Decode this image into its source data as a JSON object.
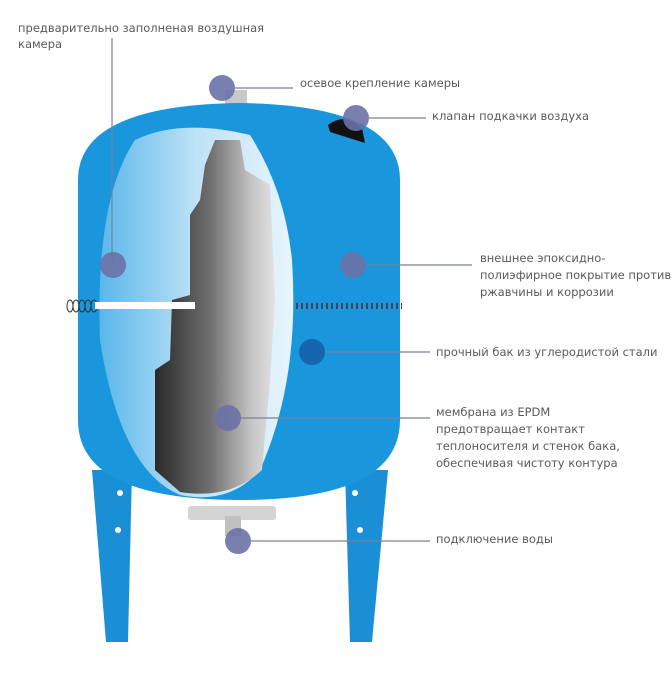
{
  "labels": {
    "air_chamber": [
      "предварительно заполненая воздушная",
      "камера"
    ],
    "axial_mount": "осевое крепление камеры",
    "air_valve": "клапан подкачки воздуха",
    "coating": [
      "внешнее эпоксидно-",
      "полиэфирное покрытие против",
      "ржавчины и коррозии"
    ],
    "steel_tank": "прочный бак из углеродистой стали",
    "membrane": [
      "мембрана из EPDM",
      "предотвращает контакт",
      "теплоносителя и стенок бака,",
      "обеспечивая чистоту контура"
    ],
    "water_connection": "подключение воды"
  },
  "colors": {
    "tank": "#1a97dc",
    "marker": "#6a72a6",
    "membrane": "#9a9a9a"
  }
}
